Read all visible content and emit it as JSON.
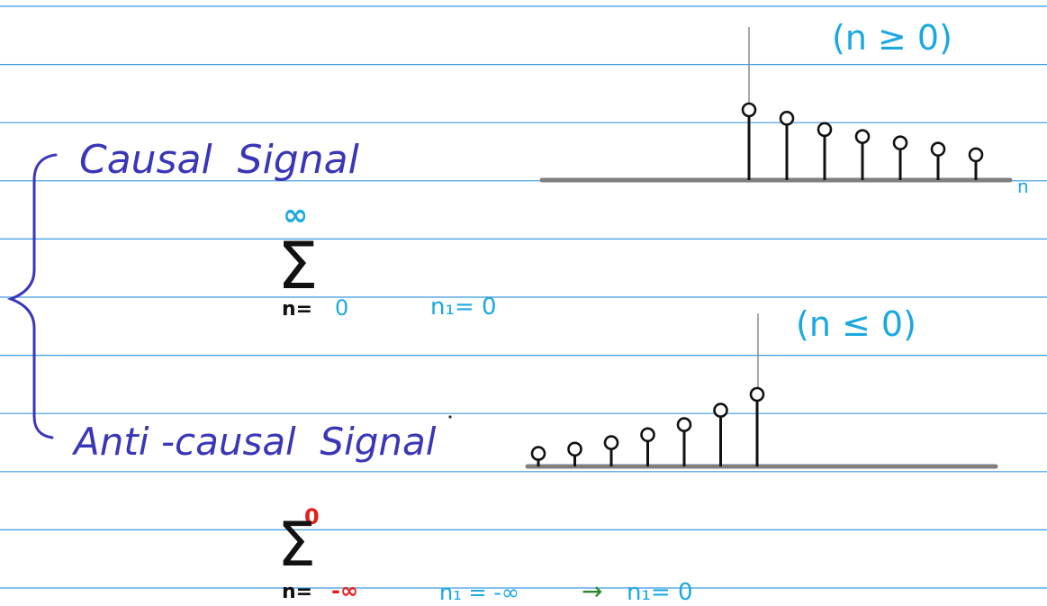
{
  "colors": {
    "ruling": "#3d9ae0",
    "heading": "#3a36b8",
    "index": "#1ba8e0",
    "limit_red": "#e0201c",
    "arrow": "#2a8a2a",
    "stem": "#111111",
    "axis": "#7f7f7f",
    "guide": "#8a8a8a"
  },
  "causal": {
    "label": "Causal  Signal",
    "condition": "(n ≥ 0)",
    "axis_label": "n",
    "sum": {
      "symbol": "Σ",
      "upper": "∞",
      "lower_prefix": "n=",
      "lower_value": "0"
    },
    "note": "n₁= 0",
    "samples": [
      1.0,
      0.88,
      0.72,
      0.62,
      0.53,
      0.44,
      0.36
    ]
  },
  "anticausal": {
    "label": "Anti -causal  Signal",
    "condition": "(n ≤ 0)",
    "sum": {
      "symbol": "Σ",
      "upper": "0",
      "lower_prefix": "n=",
      "lower_value": "-∞"
    },
    "note_left": "n₁ = -∞",
    "note_arrow": "→",
    "note_right": "n₁= 0",
    "samples": [
      0.18,
      0.24,
      0.33,
      0.44,
      0.58,
      0.78,
      1.0
    ]
  }
}
